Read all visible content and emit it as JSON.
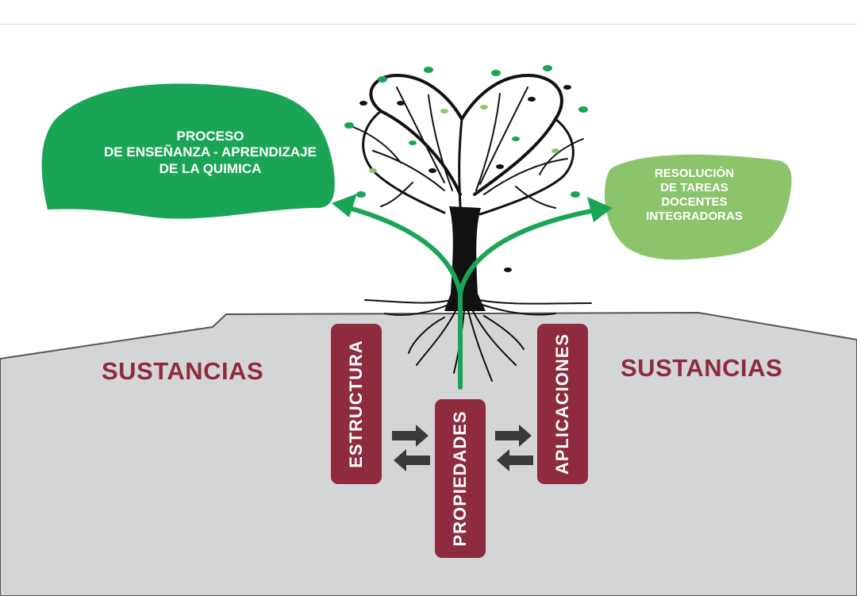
{
  "diagram": {
    "left_blob": {
      "lines": [
        "PROCESO",
        "DE ENSEÑANZA - APRENDIZAJE",
        "DE LA QUIMICA"
      ],
      "color": "#1aa556"
    },
    "right_blob": {
      "lines": [
        "RESOLUCIÓN",
        "DE TAREAS",
        "DOCENTES",
        "INTEGRADORAS"
      ],
      "color": "#8cc46b"
    },
    "ground_label_left": "SUSTANCIAS",
    "ground_label_right": "SUSTANCIAS",
    "pillars": {
      "left": "ESTRUCTURA",
      "center": "PROPIEDADES",
      "right": "APLICACIONES"
    },
    "colors": {
      "ground": "#d4d5d7",
      "pillar": "#8e2b3f",
      "arrow_green": "#1aa556",
      "exchange_arrow": "#3a3a3a",
      "tree": "#111111"
    },
    "icons": [
      "tree-icon",
      "exchange-arrows-icon"
    ]
  }
}
